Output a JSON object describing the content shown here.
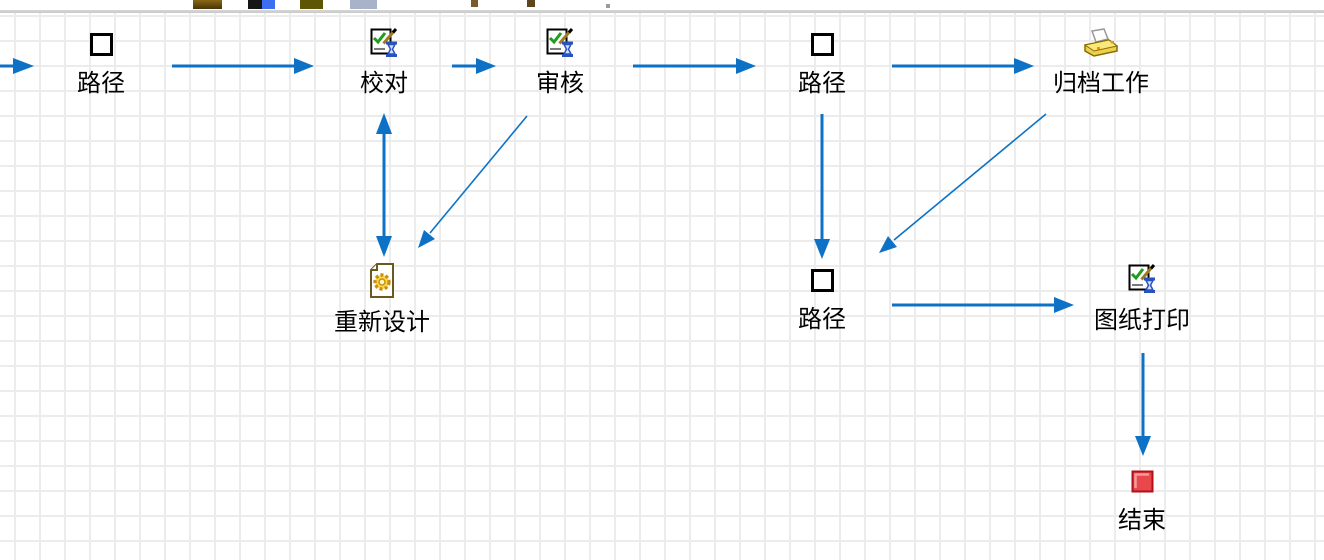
{
  "canvas": {
    "nodes": [
      {
        "id": "path-1",
        "label": "路径",
        "type": "route",
        "icon": "route-square-icon"
      },
      {
        "id": "proofread",
        "label": "校对",
        "type": "task",
        "icon": "task-check-pen-hourglass-icon"
      },
      {
        "id": "review",
        "label": "审核",
        "type": "task",
        "icon": "task-check-pen-hourglass-icon"
      },
      {
        "id": "path-2",
        "label": "路径",
        "type": "route",
        "icon": "route-square-icon"
      },
      {
        "id": "archive-work",
        "label": "归档工作",
        "type": "task",
        "icon": "archive-output-tray-icon"
      },
      {
        "id": "redesign",
        "label": "重新设计",
        "type": "task",
        "icon": "gear-document-icon"
      },
      {
        "id": "path-3",
        "label": "路径",
        "type": "route",
        "icon": "route-square-icon"
      },
      {
        "id": "drawing-print",
        "label": "图纸打印",
        "type": "task",
        "icon": "task-check-pen-hourglass-icon"
      },
      {
        "id": "end",
        "label": "结束",
        "type": "end",
        "icon": "end-stop-icon"
      }
    ],
    "connectors": [
      {
        "from": "off-canvas-left",
        "to": "path-1"
      },
      {
        "from": "path-1",
        "to": "proofread"
      },
      {
        "from": "proofread",
        "to": "review"
      },
      {
        "from": "review",
        "to": "path-2"
      },
      {
        "from": "path-2",
        "to": "archive-work"
      },
      {
        "from": "proofread",
        "to": "redesign",
        "bidirectional": true
      },
      {
        "from": "review",
        "to": "redesign"
      },
      {
        "from": "path-2",
        "to": "path-3"
      },
      {
        "from": "archive-work",
        "to": "path-3"
      },
      {
        "from": "path-3",
        "to": "drawing-print"
      },
      {
        "from": "drawing-print",
        "to": "end"
      }
    ],
    "colors": {
      "arrow": "#0d72c6",
      "grid_line": "#ececec",
      "separator": "#c9c9c9",
      "end_fill": "#e8474b",
      "end_border": "#b01217",
      "check_green": "#1f9d1f",
      "hourglass_blue": "#2a52be",
      "tray_gold": "#ecd04e"
    }
  }
}
